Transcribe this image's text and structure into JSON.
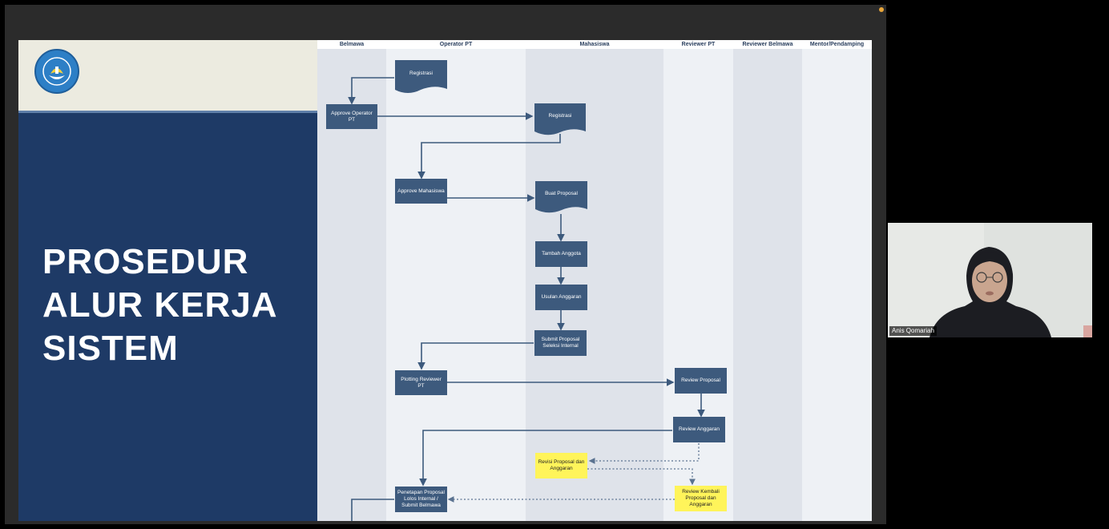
{
  "slide": {
    "title_lines": [
      "PROSEDUR",
      "ALUR KERJA",
      "SISTEM"
    ]
  },
  "lanes": [
    "Belmawa",
    "Operator PT",
    "Mahasiswa",
    "Reviewer PT",
    "Reviewer Belmawa",
    "Mentor/Pendamping"
  ],
  "nodes": {
    "registrasi_op": "Registrasi",
    "approve_operator": "Approve Operator PT",
    "registrasi_mhs": "Registrasi",
    "approve_mahasiswa": "Approve Mahasiswa",
    "buat_proposal": "Buat Proposal",
    "tambah_anggota": "Tambah Anggota",
    "usulan_anggaran": "Usulan Anggaran",
    "submit_proposal": "Submit Proposal Seleksi Internal",
    "plotting_reviewer": "Plotting Reviewer PT",
    "review_proposal": "Review Proposal",
    "review_anggaran": "Review Anggaran",
    "revisi_proposal": "Revisi Proposal dan Anggaran",
    "review_kembali": "Review Kembali Proposal dan Anggaran",
    "penetapan": "Penetapan Proposal Lolos Internal / Submit Belmawa"
  },
  "participant": {
    "name": "Anis Qomariah"
  },
  "colors": {
    "slide_blue": "#1e3a66",
    "node_blue": "#3d5a7d",
    "highlight_yellow": "#fff45a",
    "recording_dot": "#e8a63a"
  }
}
